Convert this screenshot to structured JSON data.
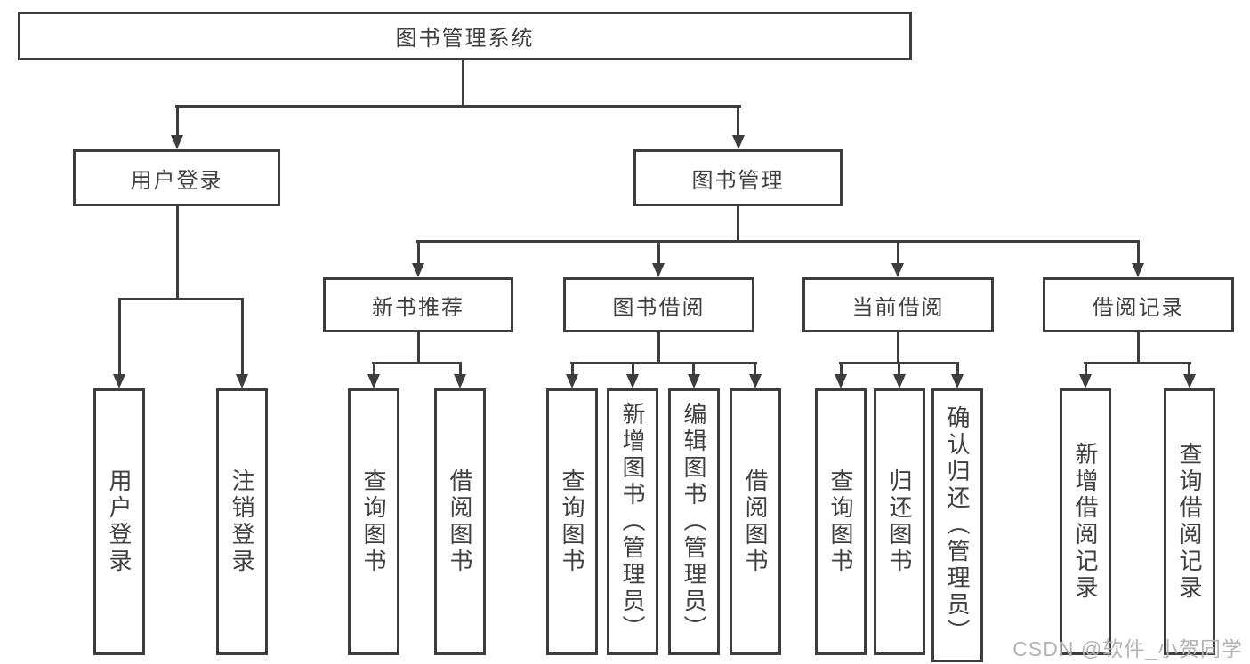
{
  "tree": {
    "label": "图书管理系统",
    "children": [
      {
        "label": "用户登录",
        "children": [
          {
            "label": "用户登录"
          },
          {
            "label": "注销登录"
          }
        ]
      },
      {
        "label": "图书管理",
        "children": [
          {
            "label": "新书推荐",
            "children": [
              {
                "label": "查询图书"
              },
              {
                "label": "借阅图书"
              }
            ]
          },
          {
            "label": "图书借阅",
            "children": [
              {
                "label": "查询图书"
              },
              {
                "label": "新增图书（管理员）"
              },
              {
                "label": "编辑图书（管理员）"
              },
              {
                "label": "借阅图书"
              }
            ]
          },
          {
            "label": "当前借阅",
            "children": [
              {
                "label": "查询图书"
              },
              {
                "label": "归还图书"
              },
              {
                "label": "确认归还（管理员）"
              }
            ]
          },
          {
            "label": "借阅记录",
            "children": [
              {
                "label": "新增借阅记录"
              },
              {
                "label": "查询借阅记录"
              }
            ]
          }
        ]
      }
    ]
  },
  "watermark": "CSDN @软件_小贺同学",
  "colors": {
    "line": "#3d3d3d",
    "text": "#404040",
    "watermark": "#b3b3b3",
    "background": "#ffffff"
  }
}
